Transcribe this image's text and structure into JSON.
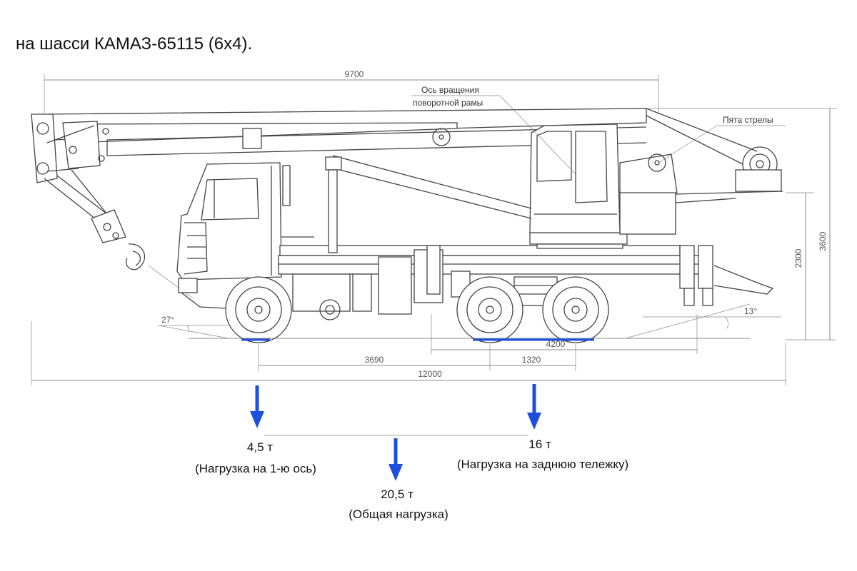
{
  "title": "на шасси КАМАЗ-65115 (6х4).",
  "dimensions": {
    "overall_top": "9700",
    "front_to_rear_axle": "3690",
    "overall_length": "12000",
    "rear_axle_spacing": "1320",
    "track_width": "4200",
    "height_frame": "2300",
    "height_total": "3600",
    "approach_angle": "27°",
    "departure_angle": "13°"
  },
  "callouts": {
    "rotation_axis_line1": "Ось вращения",
    "rotation_axis_line2": "поворотной рамы",
    "boom_heel": "Пята стрелы"
  },
  "loads": {
    "front_axle_value": "4,5 т",
    "front_axle_label": "(Нагрузка на 1-ю ось)",
    "rear_bogie_value": "16 т",
    "rear_bogie_label": "(Нагрузка на заднюю тележку)",
    "total_value": "20,5 т",
    "total_label": "(Общая нагрузка)"
  },
  "colors": {
    "arrow": "#1c4fe0",
    "lines": "#444444"
  }
}
